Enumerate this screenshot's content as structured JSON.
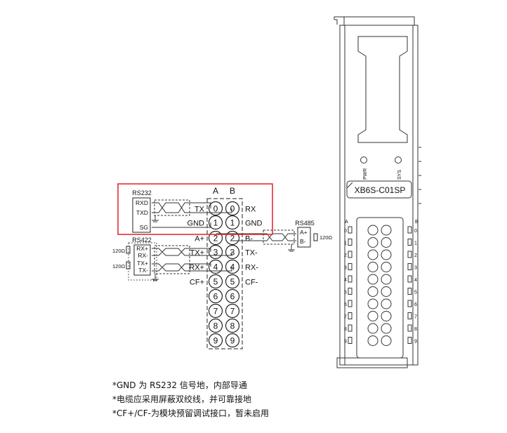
{
  "terminal": {
    "col_a": "A",
    "col_b": "B",
    "numbers": [
      "0",
      "1",
      "2",
      "3",
      "4",
      "5",
      "6",
      "7",
      "8",
      "9"
    ],
    "left_labels": [
      "TX",
      "GND",
      "A+",
      "TX+",
      "RX+",
      "CF+"
    ],
    "right_labels": [
      "RX",
      "GND",
      "B-",
      "TX-",
      "RX-",
      "CF-"
    ]
  },
  "rs232": {
    "title": "RS232",
    "pins": [
      "RXD",
      "TXD",
      "SG"
    ]
  },
  "rs422": {
    "title": "RS422",
    "pins": [
      "RX+",
      "RX-",
      "TX+",
      "TX-"
    ],
    "resistors": [
      "120Ω",
      "120Ω"
    ]
  },
  "rs485": {
    "title": "RS485",
    "pins": [
      "A+",
      "B-"
    ],
    "resistor": "120Ω"
  },
  "module": {
    "model": "XB6S-C01SP",
    "led_pwr": "PWR",
    "led_sys": "SYS",
    "side_a": "A",
    "side_b": "B"
  },
  "highlight_color": "#e0202a",
  "notes": [
    "*GND 为 RS232 信号地，内部导通",
    "*电缆应采用屏蔽双绞线，并可靠接地",
    "*CF+/CF-为模块预留调试接口，暂未启用"
  ]
}
